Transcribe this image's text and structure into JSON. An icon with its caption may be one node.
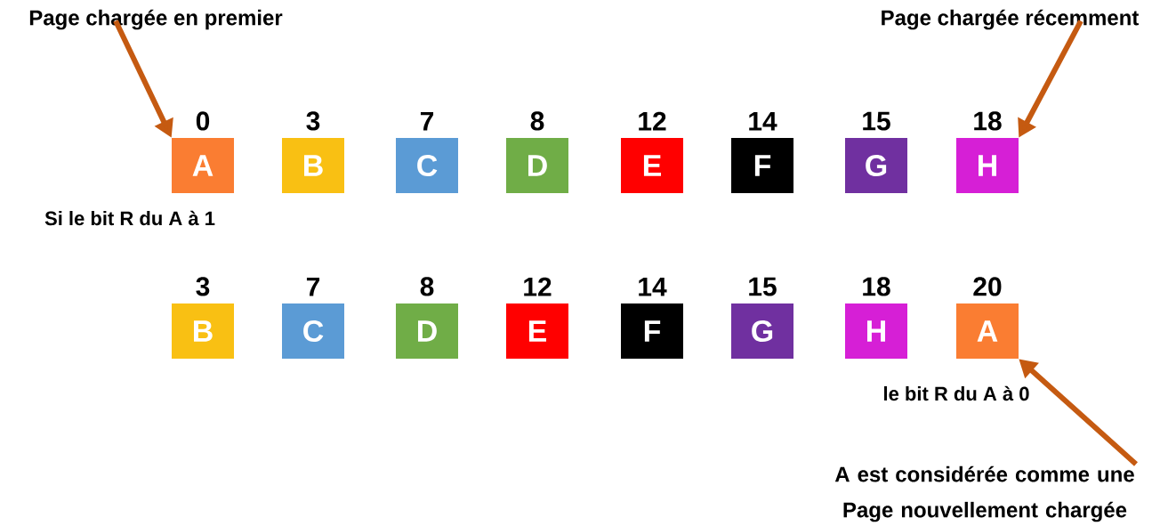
{
  "diagram": {
    "nodes": [
      {
        "text": [
          "Page chargée en premier"
        ]
      },
      {
        "text": [
          "Page chargée récemment"
        ]
      },
      {
        "text": [
          "A"
        ],
        "beside": [
          "0"
        ]
      },
      {
        "text": [
          "B"
        ],
        "beside": [
          "3"
        ]
      },
      {
        "text": [
          "C"
        ],
        "beside": [
          "7"
        ]
      },
      {
        "text": [
          "D"
        ],
        "beside": [
          "8"
        ]
      },
      {
        "text": [
          "E"
        ],
        "beside": [
          "12"
        ]
      },
      {
        "text": [
          "F"
        ],
        "beside": [
          "14"
        ]
      },
      {
        "text": [
          "G"
        ],
        "beside": [
          "15"
        ]
      },
      {
        "text": [
          "H"
        ],
        "beside": [
          "18"
        ]
      },
      {
        "text": [
          "B"
        ],
        "beside": [
          "3"
        ]
      },
      {
        "text": [
          "C"
        ],
        "beside": [
          "7"
        ]
      },
      {
        "text": [
          "D"
        ],
        "beside": [
          "8"
        ]
      },
      {
        "text": [
          "E"
        ],
        "beside": [
          "12"
        ]
      },
      {
        "text": [
          "F"
        ],
        "beside": [
          "14"
        ]
      },
      {
        "text": [
          "G"
        ],
        "beside": [
          "15"
        ]
      },
      {
        "text": [
          "H"
        ],
        "beside": [
          "18"
        ]
      },
      {
        "text": [
          "A"
        ],
        "beside": [
          "20"
        ]
      },
      {
        "text": [
          "A est considérée comme une Page nouvellement chargée"
        ]
      }
    ],
    "edges": [
      {
        "from": 0,
        "to": 2,
        "arrow": "to"
      },
      {
        "from": 1,
        "to": 9,
        "arrow": "to"
      },
      {
        "from": 18,
        "to": 17,
        "arrow": "to"
      }
    ],
    "labels": [
      "Si le bit R du A à 1",
      "le bit R du A à 0"
    ]
  }
}
